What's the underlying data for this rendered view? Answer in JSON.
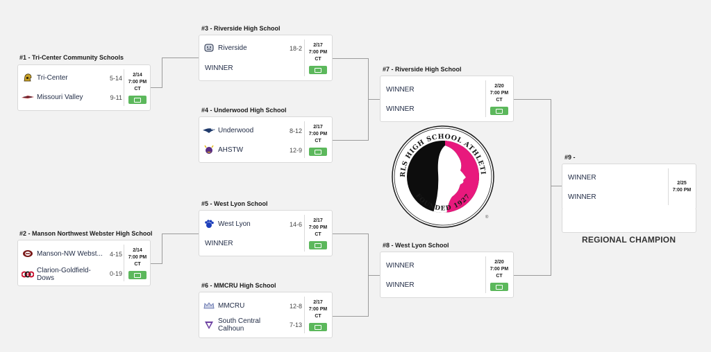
{
  "games": {
    "g1": {
      "label": "#1 - Tri-Center Community Schools",
      "date": "2/14",
      "time": "7:00 PM",
      "tz": "CT",
      "t1": {
        "name": "Tri-Center",
        "record": "5-14"
      },
      "t2": {
        "name": "Missouri Valley",
        "record": "9-11"
      }
    },
    "g2": {
      "label": "#2 - Manson Northwest Webster High School",
      "date": "2/14",
      "time": "7:00 PM",
      "tz": "CT",
      "t1": {
        "name": "Manson-NW Webst...",
        "record": "4-15"
      },
      "t2": {
        "name1": "Clarion-Goldfield-",
        "name2": "Dows",
        "record": "0-19"
      }
    },
    "g3": {
      "label": "#3 - Riverside High School",
      "date": "2/17",
      "time": "7:00 PM",
      "tz": "CT",
      "t1": {
        "name": "Riverside",
        "record": "18-2"
      },
      "t2": {
        "name": "WINNER"
      }
    },
    "g4": {
      "label": "#4 - Underwood High School",
      "date": "2/17",
      "time": "7:00 PM",
      "tz": "CT",
      "t1": {
        "name": "Underwood",
        "record": "8-12"
      },
      "t2": {
        "name": "AHSTW",
        "record": "12-9"
      }
    },
    "g5": {
      "label": "#5 - West Lyon School",
      "date": "2/17",
      "time": "7:00 PM",
      "tz": "CT",
      "t1": {
        "name": "West Lyon",
        "record": "14-6"
      },
      "t2": {
        "name": "WINNER"
      }
    },
    "g6": {
      "label": "#6 - MMCRU High School",
      "date": "2/17",
      "time": "7:00 PM",
      "tz": "CT",
      "t1": {
        "name": "MMCRU",
        "record": "12-8"
      },
      "t2": {
        "name1": "South Central",
        "name2": "Calhoun",
        "record": "7-13"
      }
    },
    "g7": {
      "label": "#7 - Riverside High School",
      "date": "2/20",
      "time": "7:00 PM",
      "tz": "CT",
      "t1": {
        "name": "WINNER"
      },
      "t2": {
        "name": "WINNER"
      }
    },
    "g8": {
      "label": "#8 - West Lyon School",
      "date": "2/20",
      "time": "7:00 PM",
      "tz": "CT",
      "t1": {
        "name": "WINNER"
      },
      "t2": {
        "name": "WINNER"
      }
    },
    "g9": {
      "label": "#9 -",
      "date": "2/25",
      "time": "7:00 PM",
      "t1": {
        "name": "WINNER"
      },
      "t2": {
        "name": "WINNER"
      }
    }
  },
  "champion_label": "REGIONAL CHAMPION",
  "logo": {
    "arc_text": "IOWA GIRLS HIGH SCHOOL ATHLETIC UNION",
    "founded": "FOUNDED 1927",
    "registered": "®"
  },
  "colors": {
    "accent_green": "#5cb85c",
    "brand_pink": "#e8197d",
    "text_navy": "#1f2a44"
  }
}
